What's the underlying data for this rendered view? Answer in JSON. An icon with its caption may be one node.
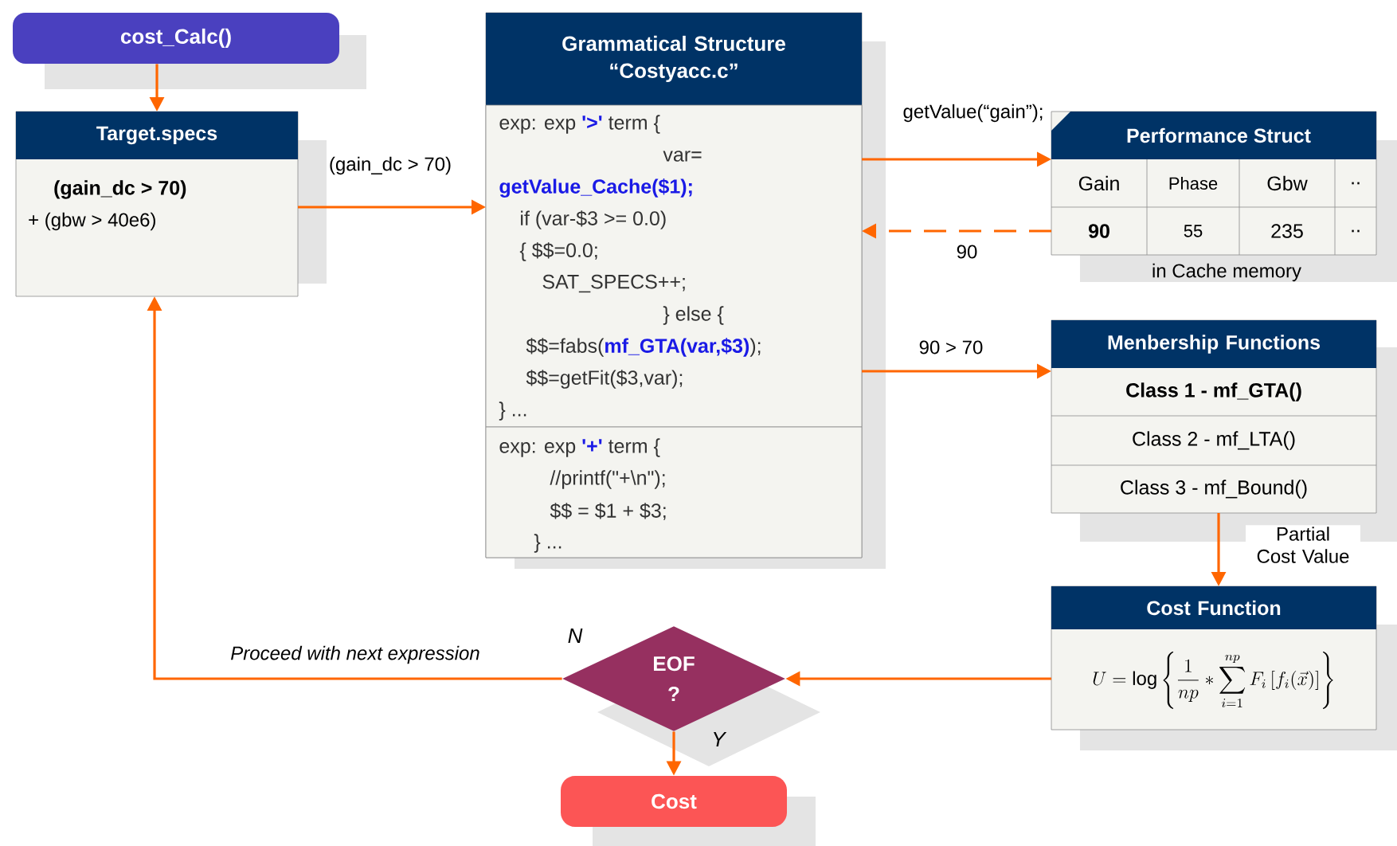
{
  "diagram": {
    "nodes": [
      {
        "text": [
          "cost_Calc()"
        ]
      },
      {
        "text": [
          "Target.specs",
          "(gain_dc > 70)",
          "+ (gbw > 40e6)"
        ]
      },
      {
        "text": [
          "Grammatical Structure “Costyacc.c”"
        ]
      },
      {
        "text": [
          "exp: exp **'>'** term {",
          "var=",
          "**getValue_Cache($1);**",
          "if (var-$3 >= 0.0)",
          "{  $$=0.0;",
          "SAT_SPECS++;",
          "} else {",
          "$$=fabs(**mf_GTA(var,$3)**);",
          "$$=getFit($3,var);",
          "}  ..."
        ],
        "in": 2
      },
      {
        "text": [
          "exp: exp **'+'** term {",
          "//printf(\"+\\n\");",
          "$$ = $1 + $3;",
          "}  ..."
        ],
        "in": 2
      },
      {
        "text": [
          "Performance Struct",
          "Gain",
          "Phase",
          "Gbw",
          "..",
          "90",
          "55",
          "235",
          ".."
        ],
        "beside": [
          "in Cache memory"
        ]
      },
      {
        "text": [
          "Menbership Functions",
          "Class 1 - mf_GTA()",
          "Class 2 - mf_LTA()",
          "Class 3 - mf_Bound()"
        ]
      },
      {
        "text": [
          "Cost Function",
          "U = \\log\\left\\{\\frac{1}{np} * \\sum_{i=1}^{np} F_i\\left[f_i(\\vec{x})\\right]\\right\\}"
        ]
      },
      {
        "text": [
          "EOF ?"
        ]
      },
      {
        "text": [
          "Cost"
        ]
      }
    ],
    "edges": [
      {
        "from": 0,
        "to": 1,
        "arrow": "to"
      },
      {
        "from": 1,
        "to": 3,
        "arrow": "to",
        "label": "(gain_dc > 70)"
      },
      {
        "from": 3,
        "to": 5,
        "arrow": "to",
        "label": "getValue(“gain”);"
      },
      {
        "from": 5,
        "to": 3,
        "arrow": "to",
        "label": "90",
        "style": "dashed"
      },
      {
        "from": 3,
        "to": 6,
        "arrow": "to",
        "label": "90 > 70"
      },
      {
        "from": 6,
        "to": 7,
        "arrow": "to",
        "label": "Partial Cost Value"
      },
      {
        "from": 7,
        "to": 8,
        "arrow": "to"
      },
      {
        "from": 8,
        "to": 1,
        "arrow": "to",
        "label": "Proceed with next expression"
      },
      {
        "from": 8,
        "to": 9,
        "arrow": "to"
      }
    ],
    "labels": [
      "N",
      "Y"
    ]
  }
}
